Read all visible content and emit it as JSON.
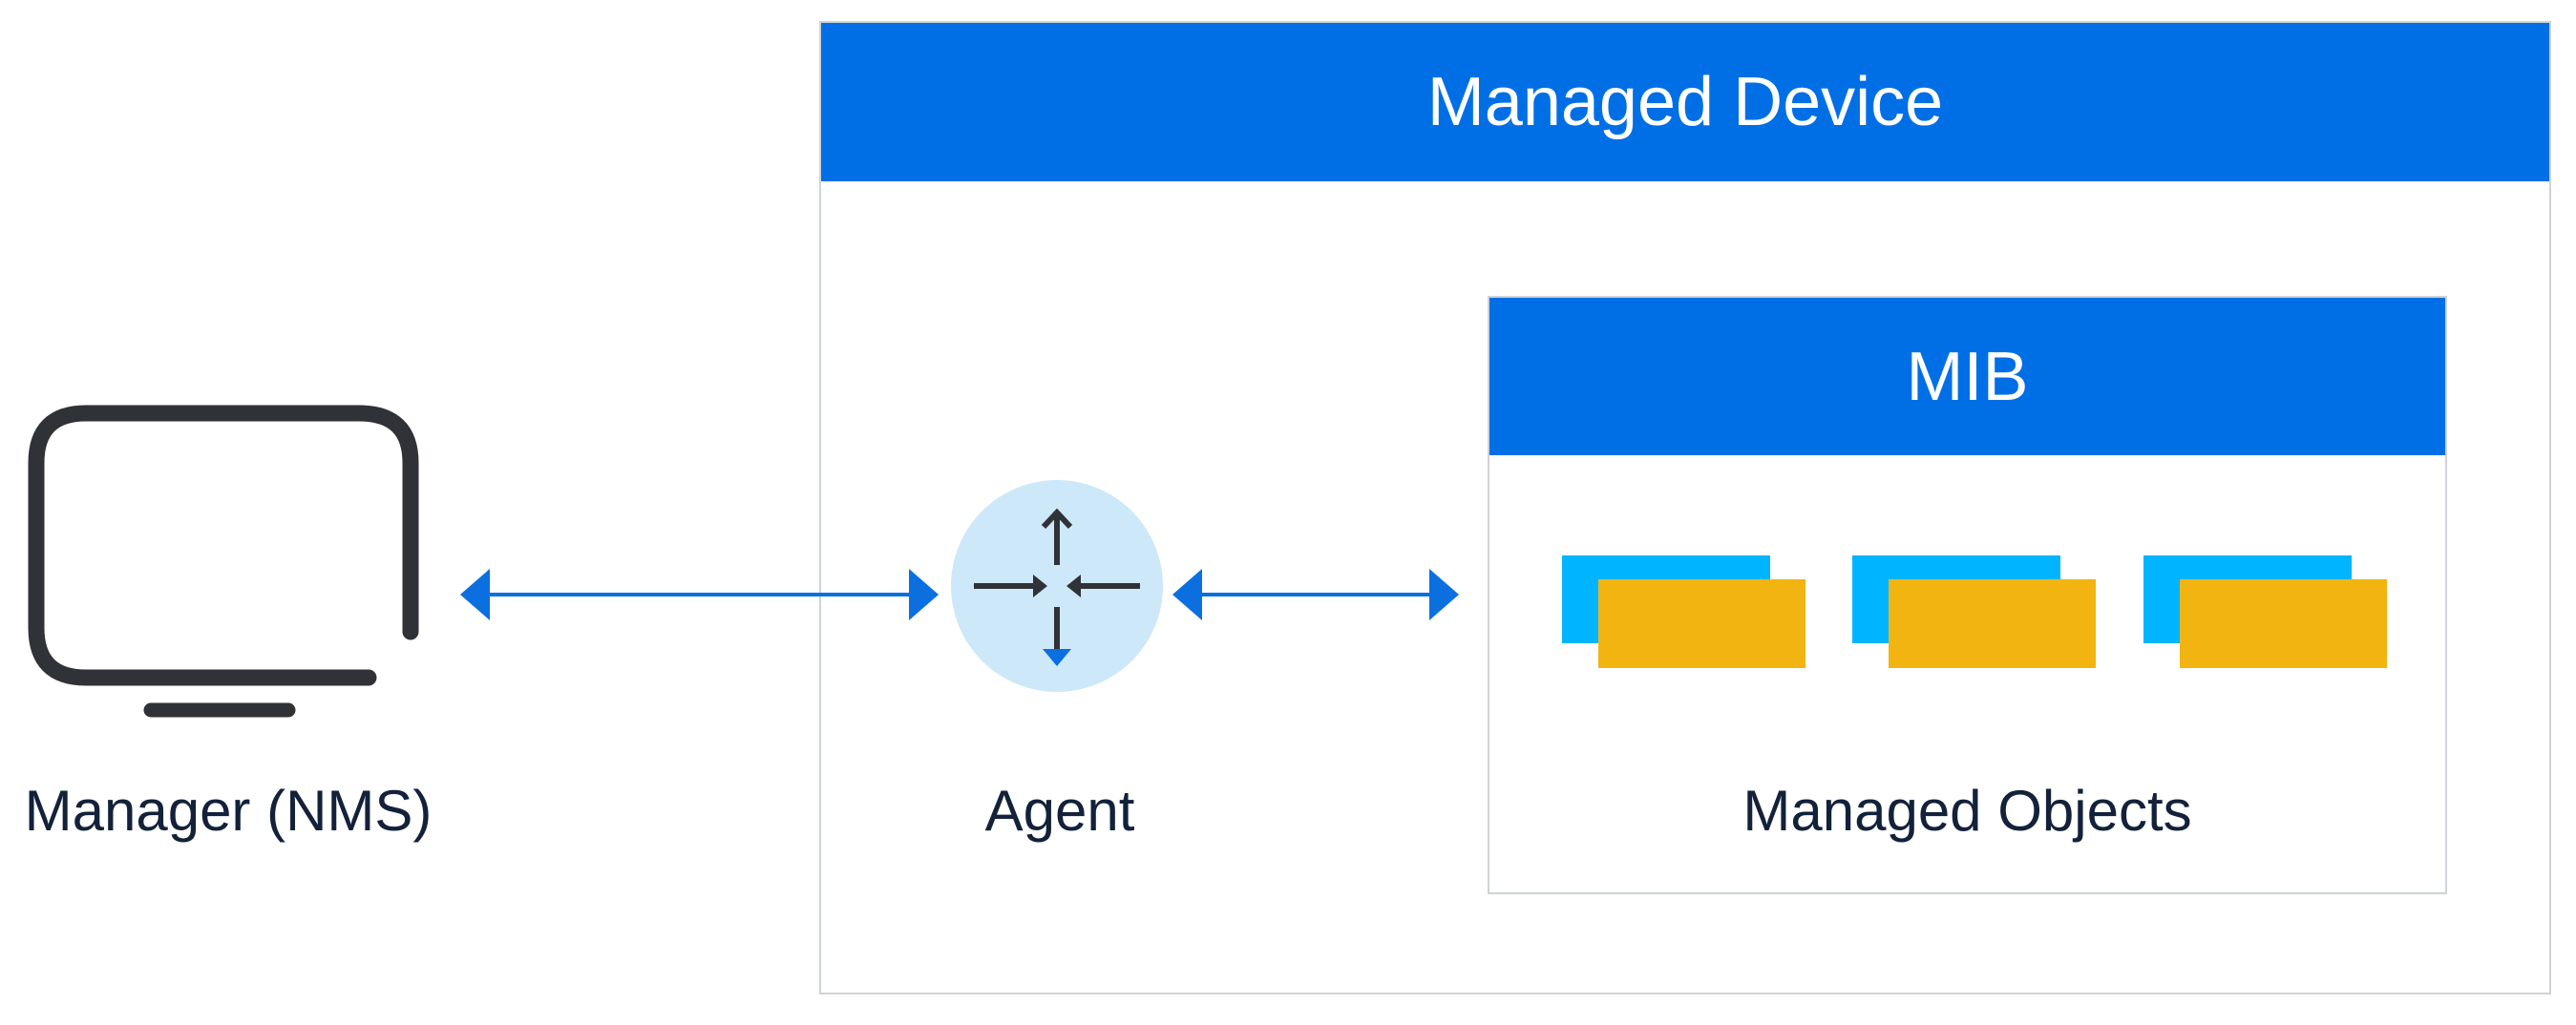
{
  "managed_device": {
    "title": "Managed Device"
  },
  "mib": {
    "title": "MIB"
  },
  "manager": {
    "label": "Manager (NMS)",
    "icon": "monitor-icon"
  },
  "agent": {
    "label": "Agent",
    "icon": "four-arrows-agent-icon"
  },
  "managed_objects": {
    "label": "Managed Objects",
    "count": 3
  },
  "colors": {
    "header_blue": "#006fe6",
    "arrow_blue": "#0b6fe0",
    "agent_circle": "#cde8f9",
    "object_cyan": "#00b4ff",
    "object_amber": "#f2b411",
    "icon_dark": "#2f3236",
    "border_gray": "#cfd3d8",
    "text_dark": "#13213a"
  }
}
